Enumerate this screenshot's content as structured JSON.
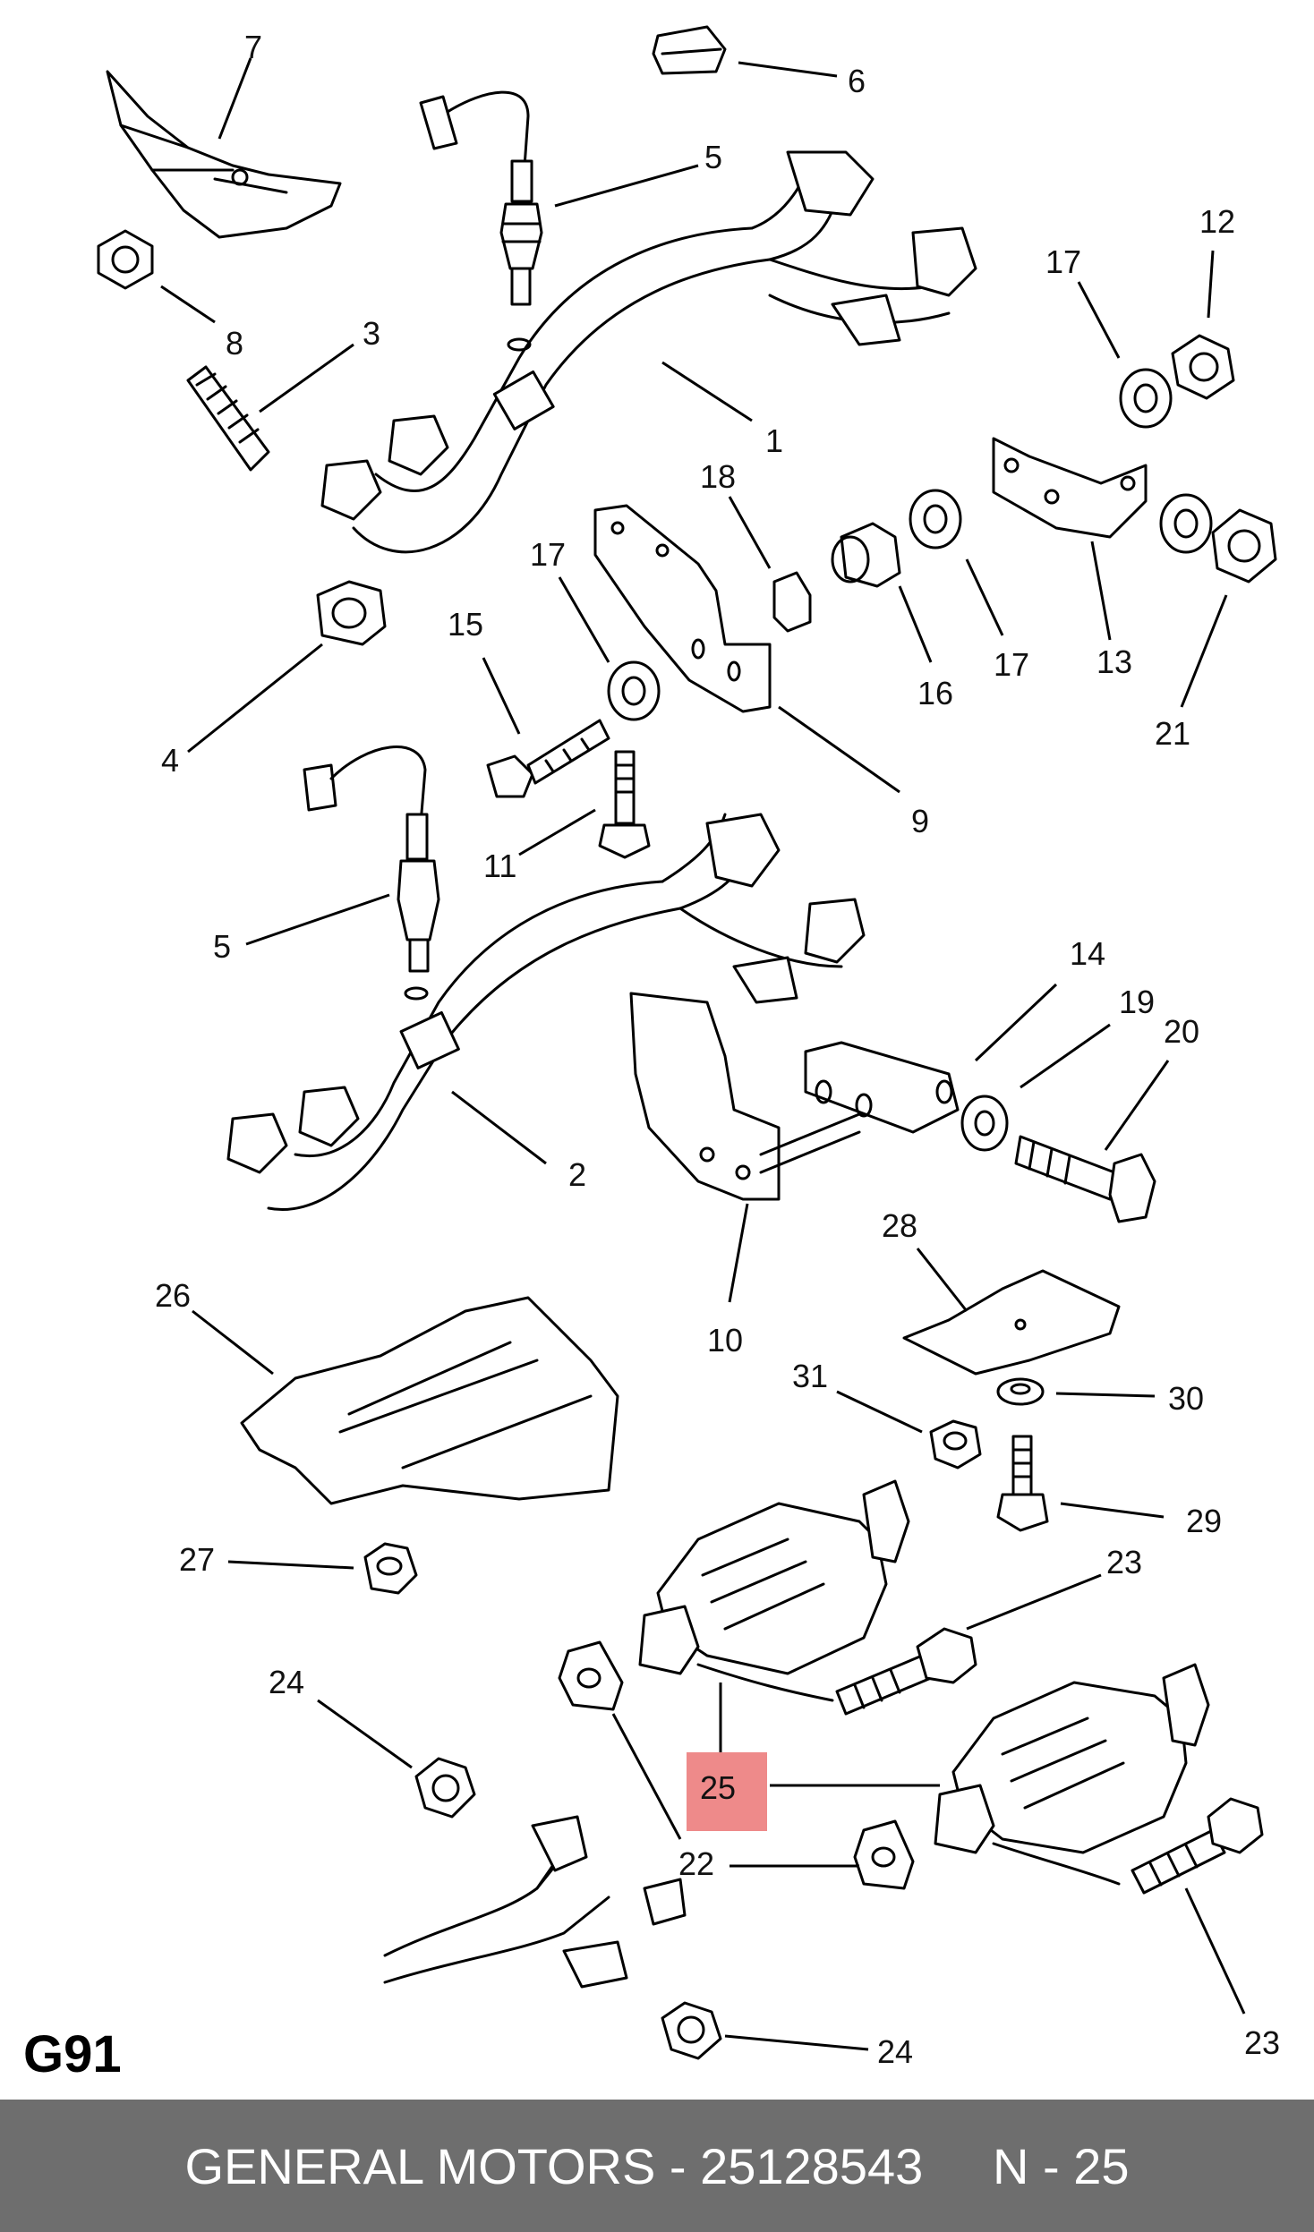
{
  "page_code": "G91",
  "footer": {
    "text": "GENERAL MOTORS - 25128543     N - 25"
  },
  "highlight_color": "#ee8a8a",
  "callouts": [
    {
      "id": "c7",
      "label": "7"
    },
    {
      "id": "c6",
      "label": "6"
    },
    {
      "id": "c5a",
      "label": "5"
    },
    {
      "id": "c8",
      "label": "8"
    },
    {
      "id": "c3",
      "label": "3"
    },
    {
      "id": "c1",
      "label": "1"
    },
    {
      "id": "c12",
      "label": "12"
    },
    {
      "id": "c17a",
      "label": "17"
    },
    {
      "id": "c18",
      "label": "18"
    },
    {
      "id": "c17b",
      "label": "17"
    },
    {
      "id": "c15",
      "label": "15"
    },
    {
      "id": "c4",
      "label": "4"
    },
    {
      "id": "c16",
      "label": "16"
    },
    {
      "id": "c17c",
      "label": "17"
    },
    {
      "id": "c13",
      "label": "13"
    },
    {
      "id": "c21",
      "label": "21"
    },
    {
      "id": "c9",
      "label": "9"
    },
    {
      "id": "c11",
      "label": "11"
    },
    {
      "id": "c5b",
      "label": "5"
    },
    {
      "id": "c14",
      "label": "14"
    },
    {
      "id": "c19",
      "label": "19"
    },
    {
      "id": "c20",
      "label": "20"
    },
    {
      "id": "c2",
      "label": "2"
    },
    {
      "id": "c10",
      "label": "10"
    },
    {
      "id": "c26",
      "label": "26"
    },
    {
      "id": "c28",
      "label": "28"
    },
    {
      "id": "c31",
      "label": "31"
    },
    {
      "id": "c30",
      "label": "30"
    },
    {
      "id": "c29",
      "label": "29"
    },
    {
      "id": "c27",
      "label": "27"
    },
    {
      "id": "c23a",
      "label": "23"
    },
    {
      "id": "c24a",
      "label": "24"
    },
    {
      "id": "c25",
      "label": "25",
      "highlighted": true
    },
    {
      "id": "c22",
      "label": "22"
    },
    {
      "id": "c23b",
      "label": "23"
    },
    {
      "id": "c24b",
      "label": "24"
    }
  ]
}
